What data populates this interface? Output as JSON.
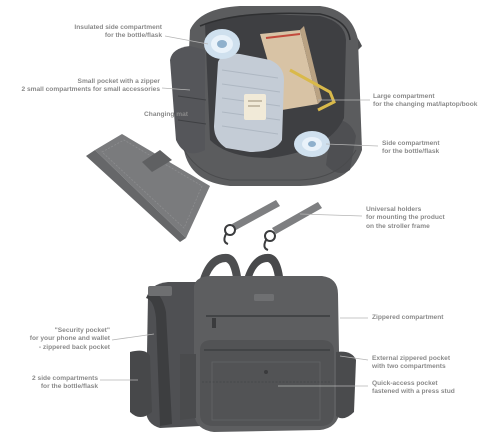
{
  "callouts": {
    "insulated_side": [
      "Insulated side compartment",
      "for the bottle/flask"
    ],
    "small_pocket": [
      "Small pocket with a zipper",
      "2 small compartments for small accessories"
    ],
    "changing_mat": [
      "Changing mat"
    ],
    "large_compartment": [
      "Large compartment",
      "for the changing mat/laptop/book"
    ],
    "side_compartment": [
      "Side compartment",
      "for the bottle/flask"
    ],
    "universal_holders": [
      "Universal holders",
      "for mounting the product",
      "on the stroller frame"
    ],
    "zippered_compartment": [
      "Zippered compartment"
    ],
    "security_pocket": [
      "\"Security pocket\"",
      "for your phone and wallet",
      "- zippered back pocket"
    ],
    "external_zippered": [
      "External zippered pocket",
      "with two compartments"
    ],
    "two_side": [
      "2 side compartments",
      "for the bottle/flask"
    ],
    "quick_access": [
      "Quick-access pocket",
      "fastened with a press stud"
    ]
  },
  "colors": {
    "bag": "#5b5c5e",
    "bag_dark": "#414244",
    "bag_light": "#77787a",
    "mat": "#7a7b7d",
    "label": "#8a8a8a",
    "line": "#b5b5b5"
  }
}
